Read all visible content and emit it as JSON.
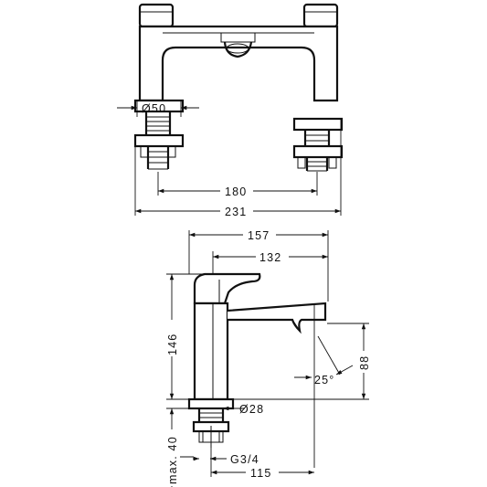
{
  "top_view": {
    "dim_base_diameter": "Ø50",
    "dim_center_distance": "180",
    "dim_overall_width": "231"
  },
  "side_view": {
    "dim_overall_depth": "157",
    "dim_spout_reach": "132",
    "dim_height": "146",
    "dim_spout_height": "88",
    "dim_angle": "25°",
    "dim_shank_diameter": "Ø28",
    "dim_max_thickness": "max. 40",
    "dim_thread": "G3/4",
    "dim_outlet_offset": "115"
  }
}
